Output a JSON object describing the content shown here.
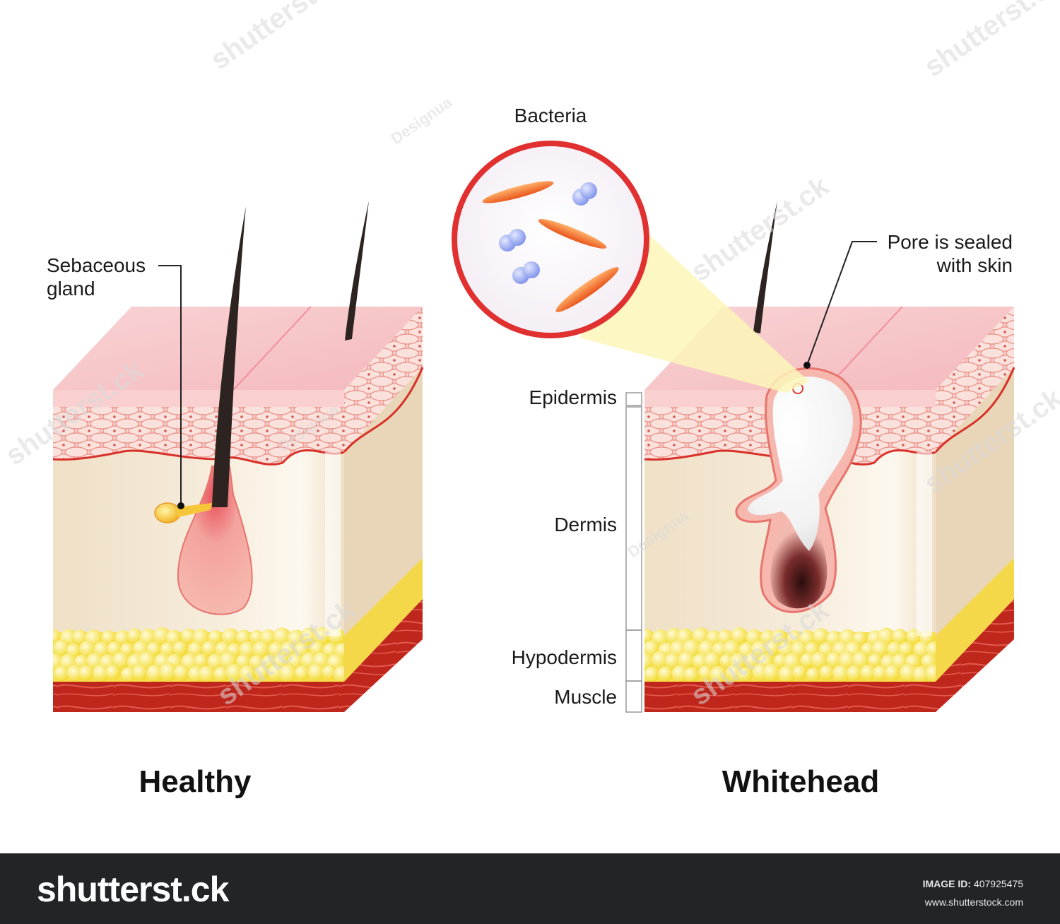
{
  "labels": {
    "bacteria": "Bacteria",
    "sebaceous_line1": "Sebaceous",
    "sebaceous_line2": "gland",
    "pore_line1": "Pore is sealed",
    "pore_line2": "with skin",
    "epidermis": "Epidermis",
    "dermis": "Dermis",
    "hypodermis": "Hypodermis",
    "muscle": "Muscle"
  },
  "titles": {
    "healthy": "Healthy",
    "whitehead": "Whitehead"
  },
  "watermarks": {
    "main": "shutterst.ck",
    "author": "Designua"
  },
  "footer": {
    "brand": "shutterst.ck",
    "image_id_label": "IMAGE ID:",
    "image_id_value": "407925475",
    "url": "www.shutterstock.com"
  },
  "colors": {
    "epidermis_top": "#f7c5c8",
    "dermis": "#f3e6cf",
    "fat": "#f7e35a",
    "muscle": "#c0271c",
    "hair": "#2d2320",
    "bacteria_circle": "#e03030",
    "rod_bacteria": "#f0651f",
    "cocci_bacteria": "#8ea0ef",
    "footer_bg": "#222426"
  }
}
